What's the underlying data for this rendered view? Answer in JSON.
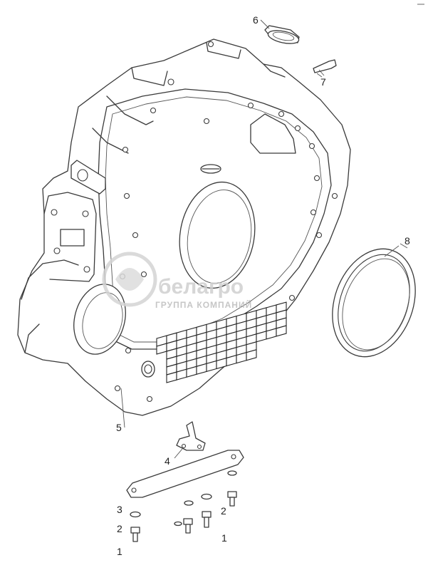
{
  "callouts": [
    {
      "id": "c6",
      "text": "6"
    },
    {
      "id": "c7",
      "text": "7"
    },
    {
      "id": "c8",
      "text": "8"
    },
    {
      "id": "c5",
      "text": "5"
    },
    {
      "id": "c4",
      "text": "4"
    },
    {
      "id": "c3",
      "text": "3"
    },
    {
      "id": "c2a",
      "text": "2"
    },
    {
      "id": "c2b",
      "text": "2"
    },
    {
      "id": "c1a",
      "text": "1"
    },
    {
      "id": "c1b",
      "text": "1"
    }
  ],
  "watermark": {
    "brand": "белагро",
    "subtitle": "ГРУППА КОМПАНИЙ"
  },
  "colors": {
    "line": "#3a3a3a",
    "watermark": "#d0d0d0"
  }
}
